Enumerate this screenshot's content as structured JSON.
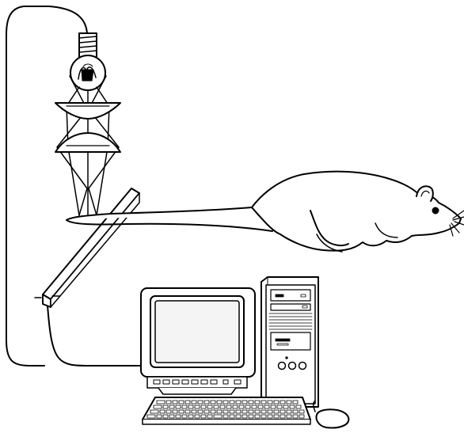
{
  "diagram": {
    "components": [
      {
        "id": "light-source",
        "icon": "lamp-icon"
      },
      {
        "id": "condenser-lens-upper",
        "icon": "lens-icon"
      },
      {
        "id": "condenser-lens-lower",
        "icon": "lens-icon"
      },
      {
        "id": "photo-sensor-bar",
        "icon": "sensor-bar-icon"
      },
      {
        "id": "rat",
        "icon": "rat-icon"
      },
      {
        "id": "monitor",
        "icon": "monitor-icon"
      },
      {
        "id": "computer-tower",
        "icon": "tower-icon"
      },
      {
        "id": "keyboard",
        "icon": "keyboard-icon"
      },
      {
        "id": "mouse",
        "icon": "mouse-icon"
      }
    ],
    "connections": [
      {
        "from": "light-source",
        "to": "photo-sensor-bar"
      },
      {
        "from": "photo-sensor-bar",
        "to": "monitor"
      }
    ],
    "colors": {
      "line": "#000000",
      "fill": "#ffffff",
      "screen": "#f4f4f4"
    }
  }
}
